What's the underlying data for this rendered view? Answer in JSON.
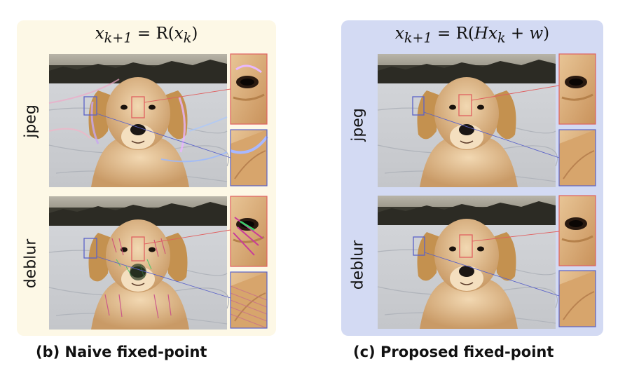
{
  "panel_b": {
    "formula": {
      "lhs": "x",
      "lhs_sub": "k+1",
      "eq": " = ",
      "op": "R(",
      "arg": "x",
      "arg_sub": "k",
      "close": ")"
    },
    "rows": [
      "jpeg",
      "deblur"
    ],
    "caption": "(b) Naive fixed-point"
  },
  "panel_c": {
    "formula": {
      "lhs": "x",
      "lhs_sub": "k+1",
      "eq": " = ",
      "op": "R(",
      "arg_pre": "Hx",
      "arg_sub": "k",
      "arg_post": " + w",
      "close": ")"
    },
    "rows": [
      "jpeg",
      "deblur"
    ],
    "caption": "(c) Proposed fixed-point"
  },
  "colors": {
    "panel_b_bg": "#fdf8e6",
    "panel_c_bg": "#d3daf3",
    "eye_box": "#e06060",
    "ear_box": "#5a62c8"
  }
}
